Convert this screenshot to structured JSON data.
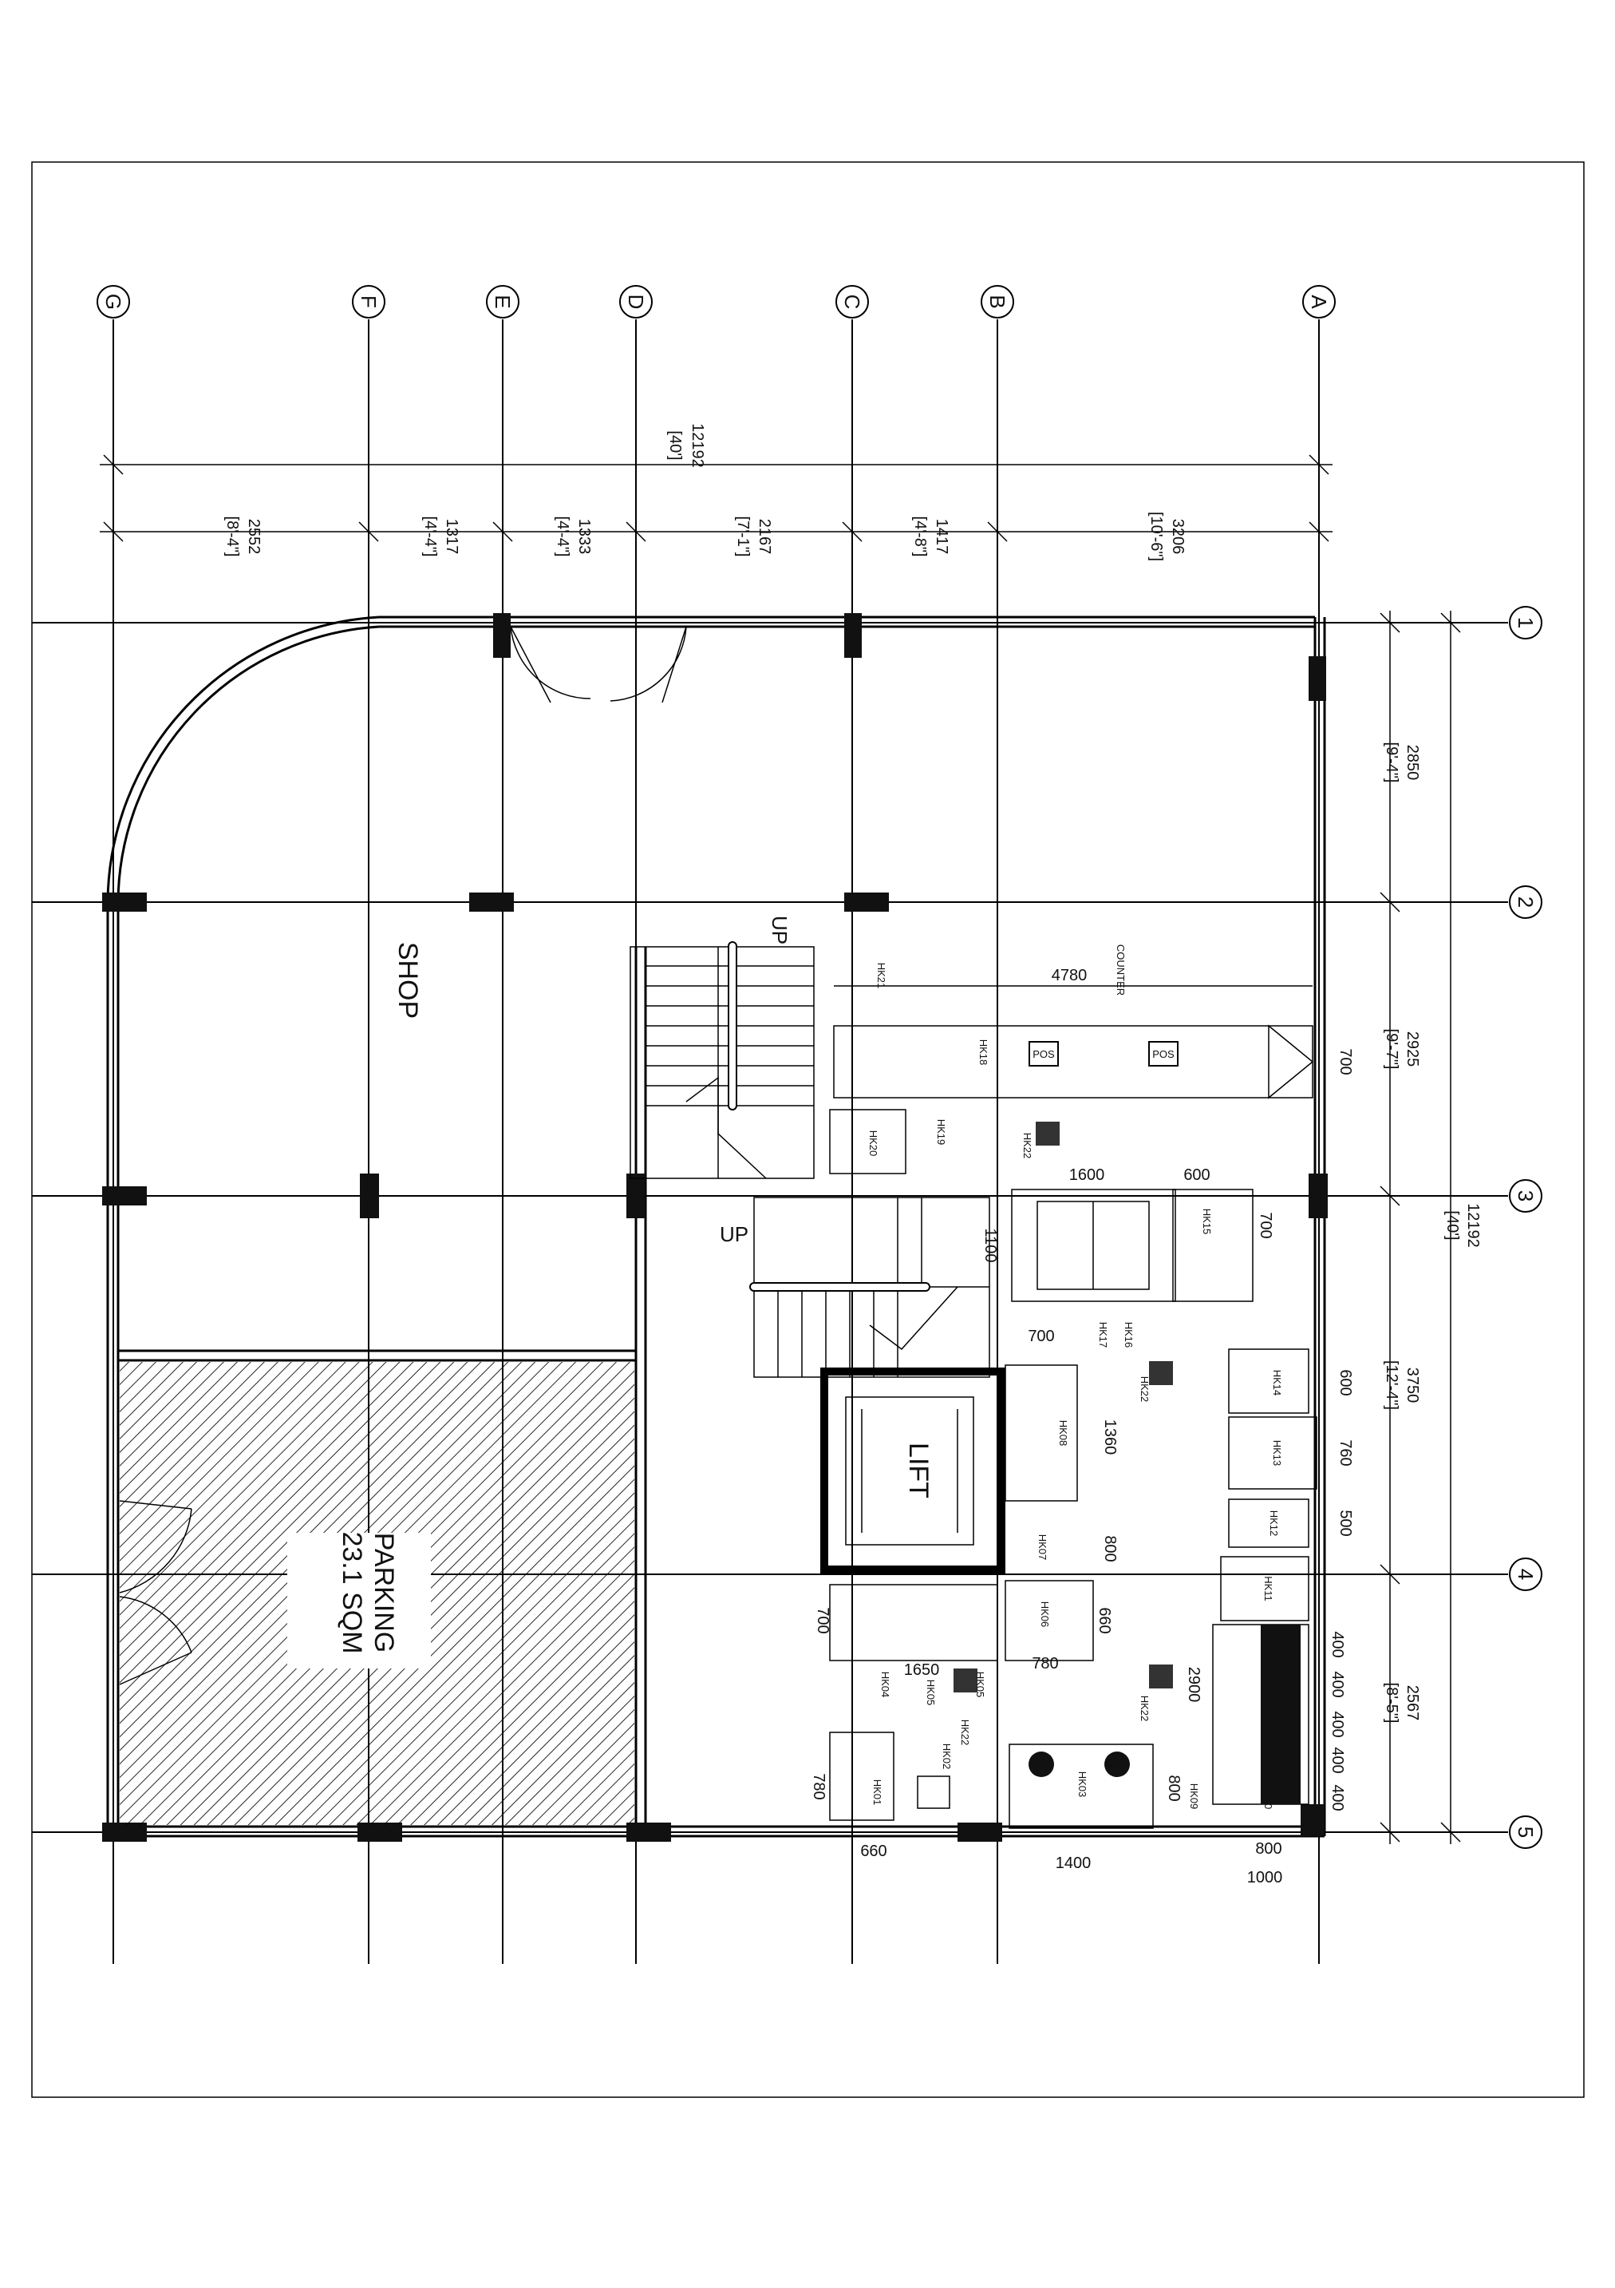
{
  "rooms": {
    "shop": "SHOP",
    "parking_title": "PARKING",
    "parking_area": "23.1 SQM",
    "lift": "LIFT",
    "stair_up_1": "UP",
    "stair_up_2": "UP",
    "counter": "COUNTER"
  },
  "grid": {
    "letters": [
      "G",
      "F",
      "E",
      "D",
      "C",
      "B",
      "A"
    ],
    "numbers": [
      "1",
      "2",
      "3",
      "4",
      "5"
    ]
  },
  "top_dims": {
    "overall": "12192",
    "overall_imp": "[40']",
    "segments": [
      {
        "mm": "2552",
        "imp": "[8'-4\"]"
      },
      {
        "mm": "1317",
        "imp": "[4'-4\"]"
      },
      {
        "mm": "1333",
        "imp": "[4'-4\"]"
      },
      {
        "mm": "2167",
        "imp": "[7'-1\"]"
      },
      {
        "mm": "1417",
        "imp": "[4'-8\"]"
      },
      {
        "mm": "3206",
        "imp": "[10'-6\"]"
      }
    ]
  },
  "right_dims": {
    "overall": "12192",
    "overall_imp": "[40']",
    "segments": [
      {
        "mm": "2850",
        "imp": "[9'-4\"]"
      },
      {
        "mm": "2925",
        "imp": "[9'-7\"]"
      },
      {
        "mm": "3750",
        "imp": "[12'-4\"]"
      },
      {
        "mm": "2567",
        "imp": "[8'-5\"]"
      }
    ]
  },
  "misc_dims": [
    "4780",
    "700",
    "1600",
    "600",
    "700",
    "1100",
    "700",
    "1360",
    "800",
    "600",
    "760",
    "500",
    "400",
    "400",
    "400",
    "400",
    "400",
    "2900",
    "800",
    "1000",
    "800",
    "1400",
    "1650",
    "780",
    "700",
    "780",
    "660",
    "660"
  ],
  "equipment_tags": [
    "HK21",
    "HK18",
    "HK19",
    "HK20",
    "HK22",
    "HK15",
    "HK16",
    "HK17",
    "HK14",
    "HK13",
    "HK12",
    "HK11",
    "HK22",
    "HK08",
    "HK07",
    "HK06",
    "HK22",
    "HK10",
    "HK10",
    "HK10",
    "HK10",
    "HK10",
    "HK09",
    "HK04",
    "HK05",
    "HK05",
    "HK22",
    "HK02",
    "HK01",
    "HK03",
    "POS",
    "POS"
  ]
}
